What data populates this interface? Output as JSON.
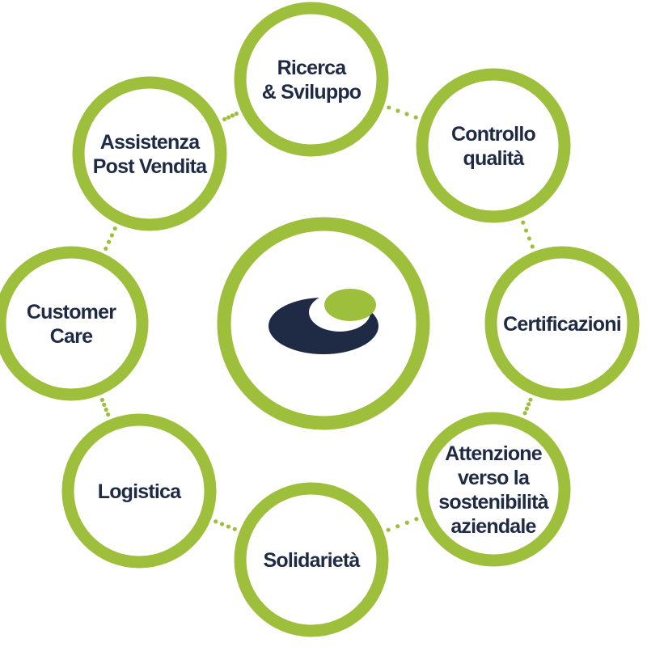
{
  "colors": {
    "accent": "#9dbf3b",
    "text": "#1f2a44",
    "logo_dark": "#1f2a44",
    "logo_green": "#9dbf3b"
  },
  "center": {
    "logo": "company-logo"
  },
  "nodes": [
    {
      "id": "ricerca",
      "lines": [
        "Ricerca",
        "& Sviluppo"
      ]
    },
    {
      "id": "controllo",
      "lines": [
        "Controllo",
        "qualità"
      ]
    },
    {
      "id": "certificazioni",
      "lines": [
        "Certificazioni"
      ]
    },
    {
      "id": "sostenibilita",
      "lines": [
        "Attenzione",
        "verso la",
        "sostenibilità",
        "aziendale"
      ]
    },
    {
      "id": "solidarieta",
      "lines": [
        "Solidarietà"
      ]
    },
    {
      "id": "logistica",
      "lines": [
        "Logistica"
      ]
    },
    {
      "id": "customer",
      "lines": [
        "Customer",
        "Care"
      ]
    },
    {
      "id": "assistenza",
      "lines": [
        "Assistenza",
        "Post Vendita"
      ]
    }
  ]
}
